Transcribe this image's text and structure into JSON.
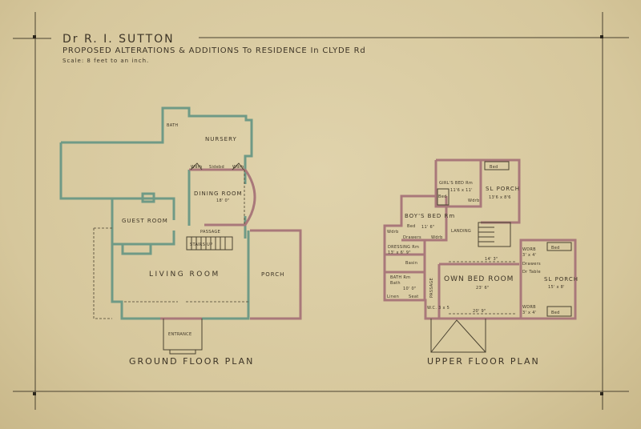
{
  "title_block": {
    "client": "Dr R. I. SUTTON",
    "project": "PROPOSED ALTERATIONS & ADDITIONS To RESIDENCE In CLYDE Rd",
    "scale": "Scale: 8 feet to an inch."
  },
  "colors": {
    "paper": "#d9cba3",
    "ink": "#4a4230",
    "existing_walls_green": "#6f9a86",
    "new_walls_red": "#a9787a"
  },
  "ground_floor": {
    "title": "GROUND FLOOR PLAN",
    "rooms": {
      "bath": "BATH",
      "nursery": "NURSERY",
      "wdrb1": "Wdrb",
      "sidebd": "Sidebd",
      "wdrb2": "Wdrb",
      "dining": "DINING ROOM",
      "dining_dim": "18' 0\"",
      "guest": "GUEST ROOM",
      "passage": "PASSAGE",
      "stairs": "STAIRS UP",
      "living": "LIVING ROOM",
      "porch": "PORCH",
      "entrance": "ENTRANCE"
    }
  },
  "upper_floor": {
    "title": "UPPER FLOOR PLAN",
    "rooms": {
      "girls": "GIRL'S BED Rm",
      "girls_dim": "11'6 x 11'",
      "bed1": "Bed",
      "bed2": "Bed",
      "wdrb_g": "Wdrb",
      "sl_porch_1": "SL PORCH",
      "sl_porch_1_dim": "13'6 x 8'6",
      "boys": "BOY'S BED Rm",
      "boys_dim": "11' 6\"",
      "bed3": "Bed",
      "drawers": "Drawers",
      "wdrb_b": "Wdrb",
      "wdrb_d": "Wdrb",
      "landing": "LANDING",
      "dressing": "DRESSING Rm",
      "dressing_dim": "13' x 6' 9\"",
      "basin": "Basin",
      "bath": "BATH Rm",
      "bath_sub": "Bath",
      "bath_dim": "10' 0\"",
      "linen": "Linen",
      "seat": "Seat",
      "passage": "PASSAGE",
      "wc": "W.C. 3 x 5",
      "own": "OWN BED ROOM",
      "own_dim1": "14' 3\"",
      "own_dim2": "23' 6\"",
      "own_dim3": "20' 9\"",
      "wdrb_o1": "WDRB",
      "wdrb_o1_dim": "3' x 4'",
      "drawers_o": "Drawers",
      "dr_table": "Dr Table",
      "wdrb_o2": "WDRB",
      "wdrb_o2_dim": "3' x 4'",
      "sl_porch_2": "SL PORCH",
      "sl_porch_2_dim": "15' x 8'",
      "bed4": "Bed",
      "bed5": "Bed"
    }
  }
}
